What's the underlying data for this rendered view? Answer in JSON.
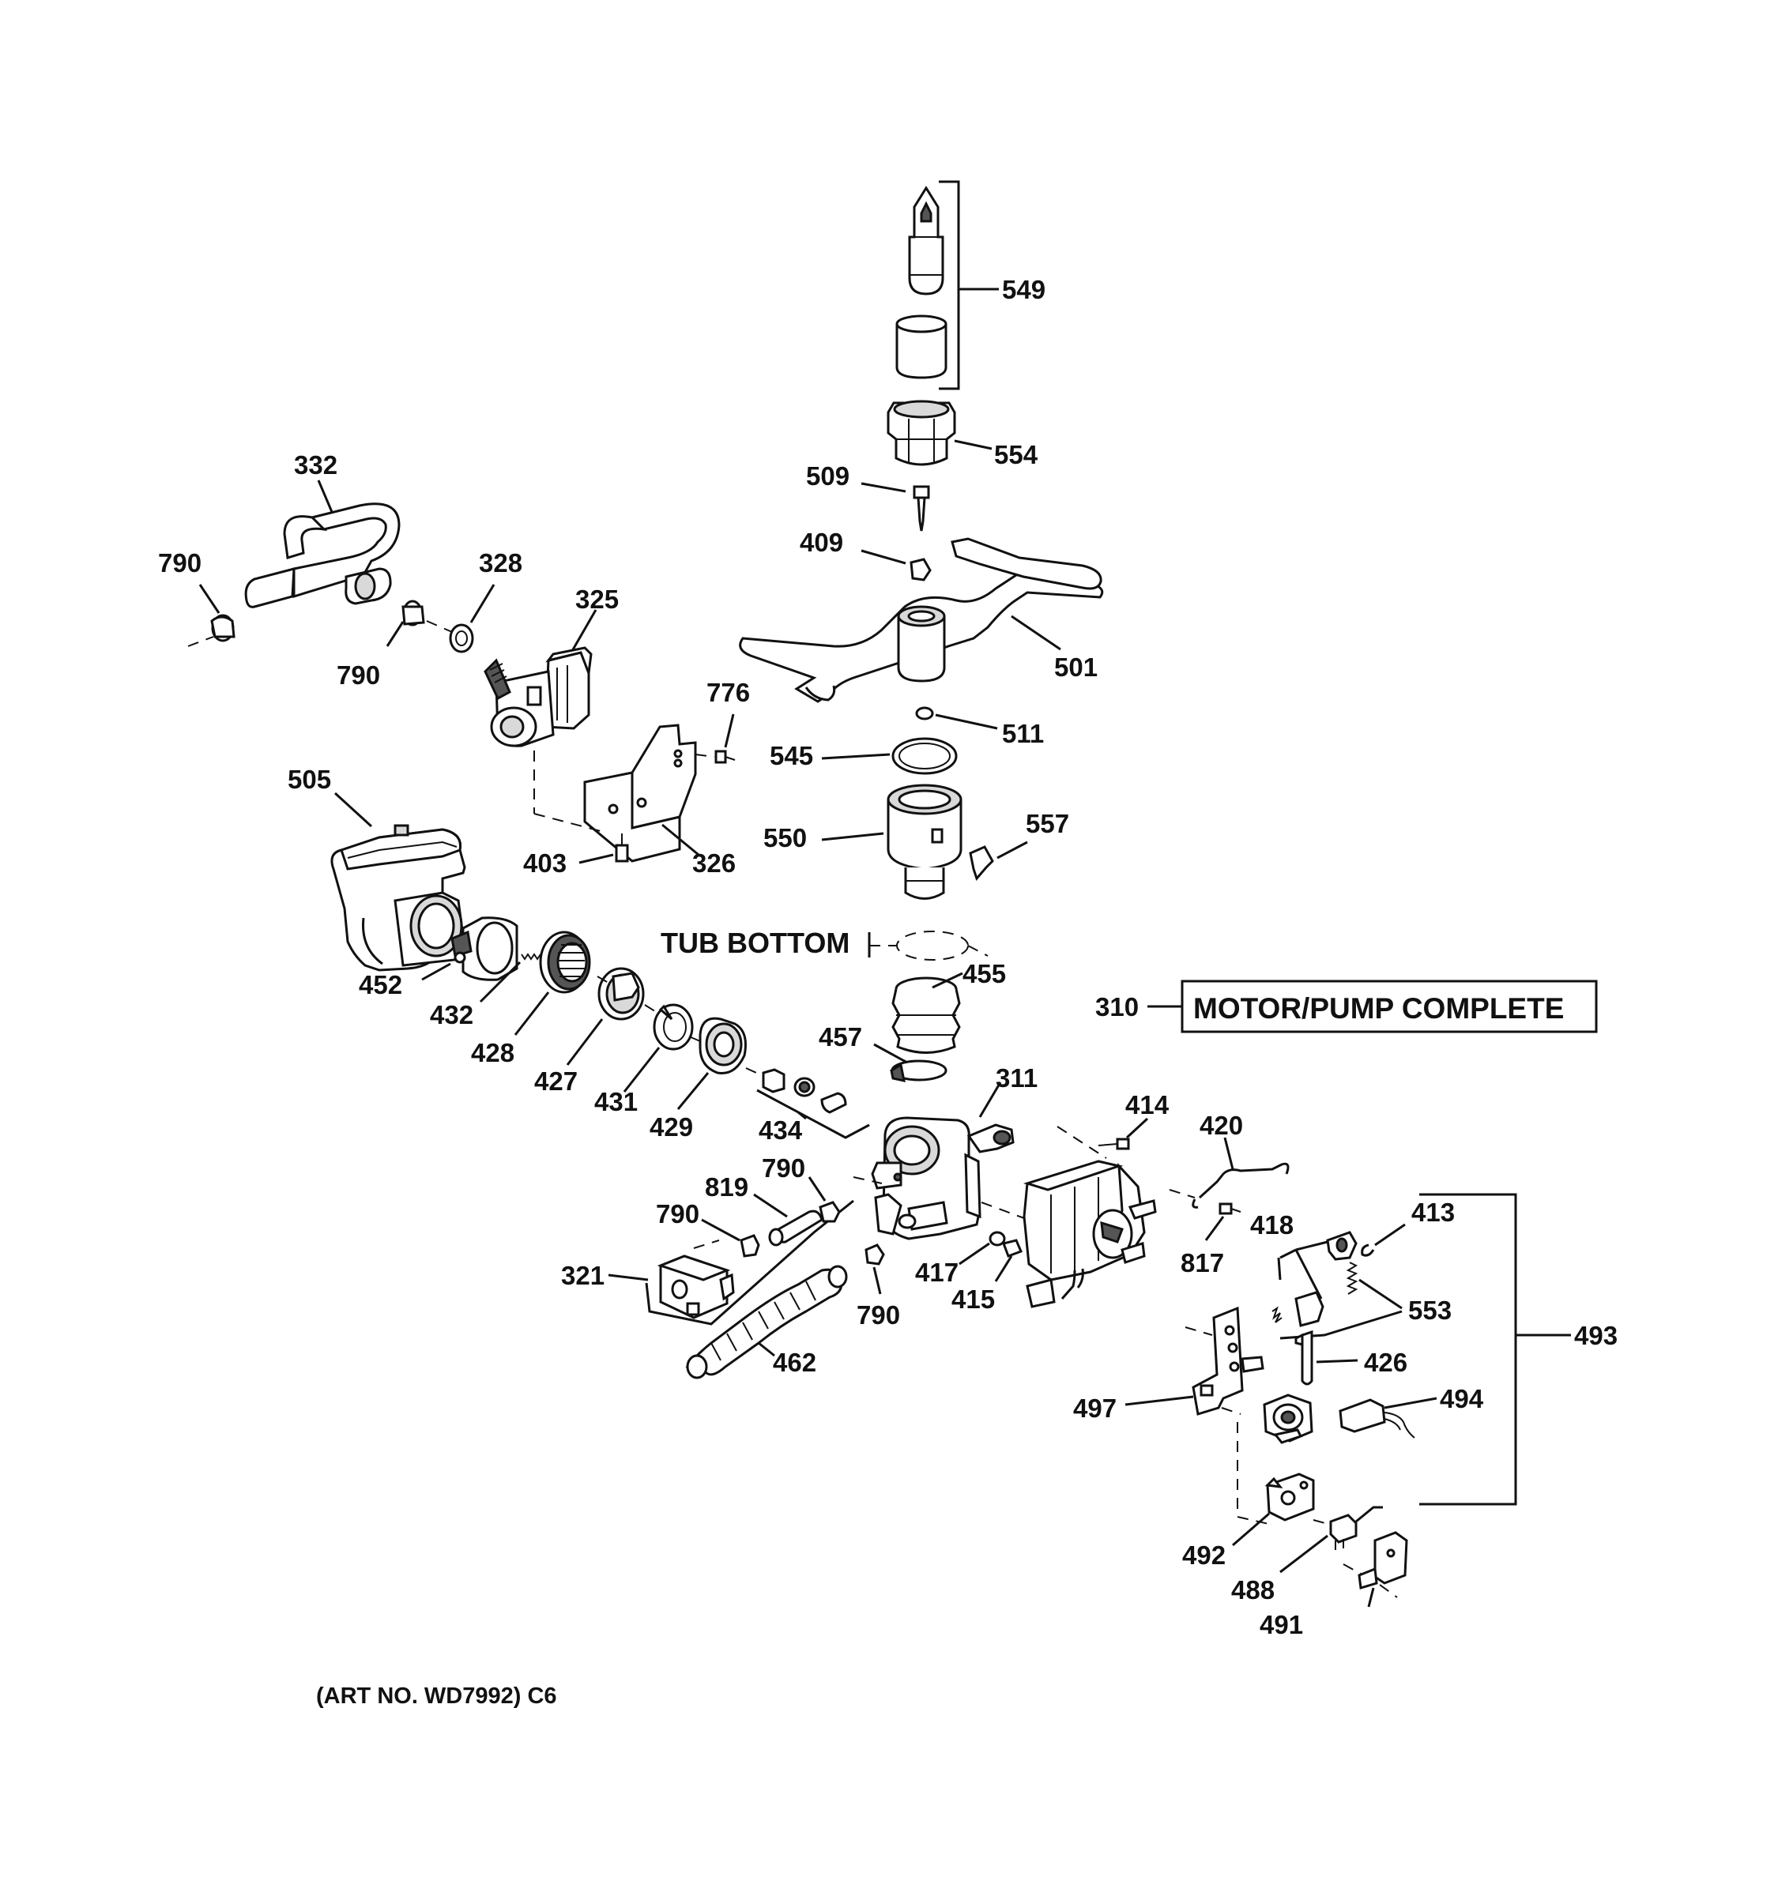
{
  "labels": {
    "l549": "549",
    "l554": "554",
    "l509": "509",
    "l409": "409",
    "l501": "501",
    "l511": "511",
    "l545": "545",
    "l550": "550",
    "l557": "557",
    "l332": "332",
    "l790a": "790",
    "l790b": "790",
    "l328": "328",
    "l325": "325",
    "l776": "776",
    "l505": "505",
    "l403": "403",
    "l326": "326",
    "l455": "455",
    "l457": "457",
    "l452": "452",
    "l432": "432",
    "l428": "428",
    "l427": "427",
    "l431": "431",
    "l429": "429",
    "l434": "434",
    "l311": "311",
    "l414": "414",
    "l420": "420",
    "l413": "413",
    "l493": "493",
    "l418": "418",
    "l553": "553",
    "l817": "817",
    "l417": "417",
    "l415": "415",
    "l426": "426",
    "l494": "494",
    "l497": "497",
    "l492": "492",
    "l488": "488",
    "l491": "491",
    "l819": "819",
    "l790c": "790",
    "l790d": "790",
    "l790e": "790",
    "l321": "321",
    "l462": "462",
    "l310": "310"
  },
  "tub_bottom": "TUB BOTTOM",
  "motor_pump_box": "MOTOR/PUMP COMPLETE",
  "art_no": "(ART NO. WD7992) C6"
}
